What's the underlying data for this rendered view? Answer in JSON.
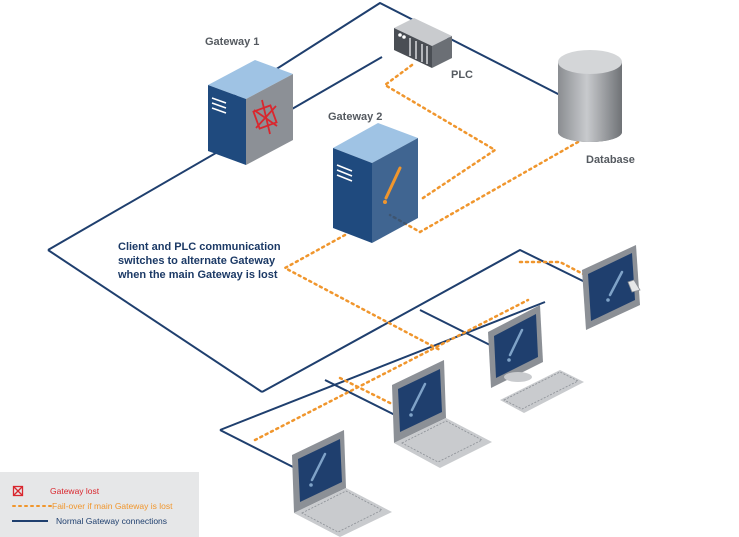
{
  "labels": {
    "gateway1": "Gateway 1",
    "gateway2": "Gateway 2",
    "plc": "PLC",
    "database": "Database"
  },
  "note": {
    "line1": "Client and PLC communication",
    "line2": "switches to alternate Gateway",
    "line3": "when the main Gateway is lost"
  },
  "legend": {
    "gateway_lost": "Gateway lost",
    "failover": "Fail-over if main Gateway is lost",
    "normal": "Normal Gateway connections"
  },
  "colors": {
    "network_line": "#1f3f6e",
    "failover_line": "#f0962d",
    "lost_mark": "#d9272e",
    "server_face": "#1f4a7e",
    "server_top": "#9fc3e4",
    "legend_bg": "#e6e7e8"
  },
  "icons": {
    "lost": "broken-x-icon",
    "ok": "check-icon"
  }
}
